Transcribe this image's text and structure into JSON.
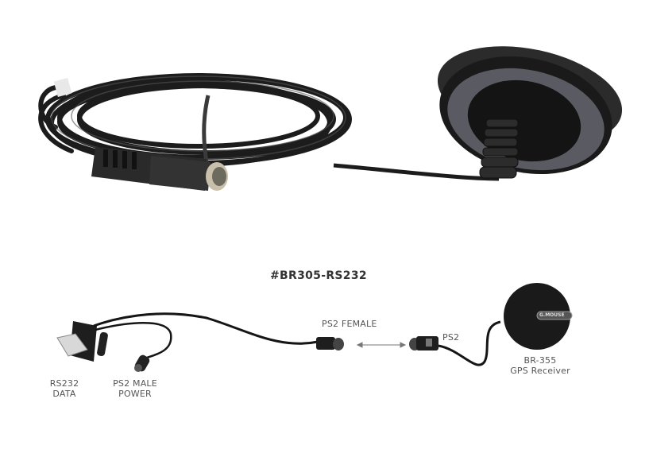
{
  "photo": {
    "subjects": [
      "coiled-cable-with-minidin-connector",
      "gps-receiver-puck"
    ]
  },
  "diagram": {
    "title": "#BR305-RS232",
    "labels": {
      "rs232": [
        "RS232",
        "DATA"
      ],
      "ps2_male": [
        "PS2 MALE",
        "POWER"
      ],
      "ps2_female": "PS2 FEMALE",
      "ps2": "PS2",
      "receiver": [
        "BR-355",
        "GPS Receiver"
      ],
      "puck_brand": "G.MOUSE"
    }
  },
  "colors": {
    "background": "#ffffff",
    "cable": "#1a1a1a",
    "label_text": "#555555",
    "puck_ring": "#5a5a62"
  }
}
